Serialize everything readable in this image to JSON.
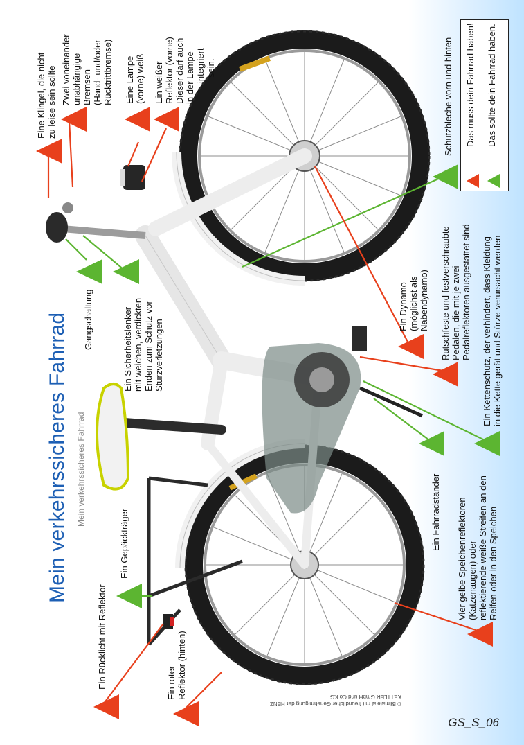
{
  "title": "Mein verkehrssicheres Fahrrad",
  "subtitle": "Mein verkehrssicheres Fahrrad",
  "legend": {
    "must": "Das muss dein Fahrrad haben!",
    "should": "Das sollte dein Fahrrad haben."
  },
  "labels": {
    "klingel": [
      "Eine Klingel, die nicht",
      "zu leise sein sollte"
    ],
    "bremsen": [
      "Zwei voneinander",
      "unabhängige",
      "Bremsen",
      "(Hand- und/oder",
      "Rücktrittbremse)"
    ],
    "lampe": [
      "Eine Lampe",
      "(vorne) weiß"
    ],
    "reflektor_vorne": [
      "Ein weißer",
      "Reflektor (vorne)",
      "Dieser darf auch",
      "in der Lampe",
      "integriert",
      "sein."
    ],
    "schutzbleche": [
      "Schutzbleche vorn und hinten"
    ],
    "gangschaltung": [
      "Gangschaltung"
    ],
    "sicherheitslenker": [
      "Ein Sicherheitslenker",
      "mit weichen, verdickten",
      "Enden zum Schutz vor",
      "Sturzverletzungen"
    ],
    "dynamo": [
      "Ein Dynamo",
      "(möglichst als",
      "Nabendynamo)"
    ],
    "pedalen": [
      "Rutschfeste und festverschraubte",
      "Pedalen, die mit je zwei",
      "Pedalreflektoren ausgestattet sind"
    ],
    "kettenschutz": [
      "Ein Kettenschutz, der verhindert, dass Kleidung",
      "in die Kette gerät und Stürze verursacht werden"
    ],
    "fahrradstaender": [
      "Ein Fahrradständer"
    ],
    "gepaecktraeger": [
      "Ein Gepäckträger"
    ],
    "ruecklicht": [
      "Ein Rücklicht mit Reflektor"
    ],
    "roter_reflektor": [
      "Ein roter",
      "Reflektor (hinten)"
    ],
    "speichen": [
      "Vier gelbe Speichenreflektoren",
      "(Katzenaugen) oder",
      "reflektierende weiße Streifen an den",
      "Reifen oder in den Speichen"
    ]
  },
  "copyright": [
    "© Bilmateial mit freundlicher Genehmigung der HENZ",
    "KETTLER GmbH und Co KG"
  ],
  "footer": "GS_S_06",
  "colors": {
    "must": "#e8401c",
    "should": "#5cb531",
    "title": "#1d5fb4"
  }
}
